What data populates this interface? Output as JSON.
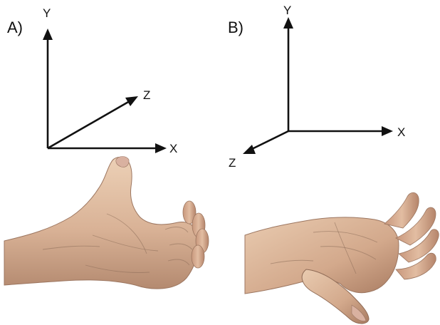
{
  "panels": [
    {
      "label": "A)",
      "axes": {
        "y": "Y",
        "x": "X",
        "z": "Z"
      },
      "illustration": "right-hand-thumb-up-icon"
    },
    {
      "label": "B)",
      "axes": {
        "y": "Y",
        "x": "X",
        "z": "Z"
      },
      "illustration": "right-hand-palm-up-icon"
    }
  ],
  "colors": {
    "axis": "#111111",
    "skin_light": "#e8c9ae",
    "skin_mid": "#d2a98d",
    "skin_dark": "#a87b63",
    "background": "#ffffff"
  }
}
